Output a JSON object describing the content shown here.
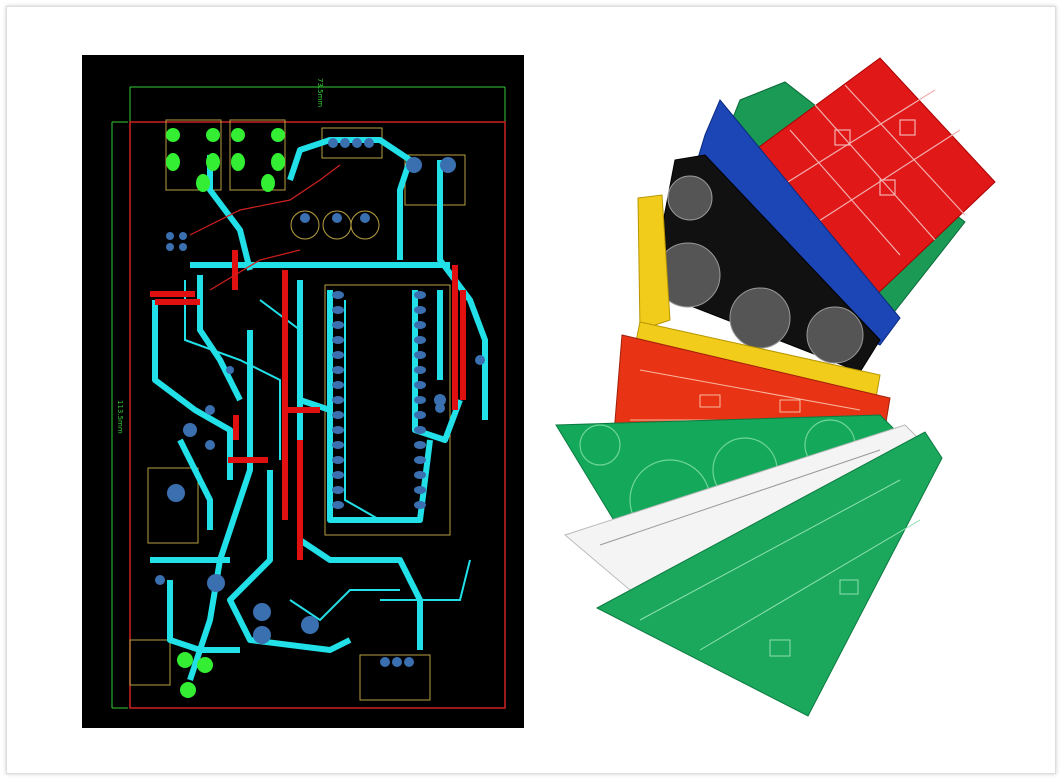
{
  "layout": {
    "width_label": "73.5mm",
    "height_label": "113.5mm"
  },
  "colors": {
    "board_bg": "#000000",
    "trace": "#22e0e8",
    "pad": "#3a6fb0",
    "outline": "#cc2222",
    "dimension": "#33cc33",
    "silkscreen": "#b8a040",
    "jumper": "#e01010"
  },
  "photo_boards": [
    "green",
    "red",
    "blue",
    "black",
    "yellow",
    "red",
    "green",
    "white",
    "green"
  ]
}
